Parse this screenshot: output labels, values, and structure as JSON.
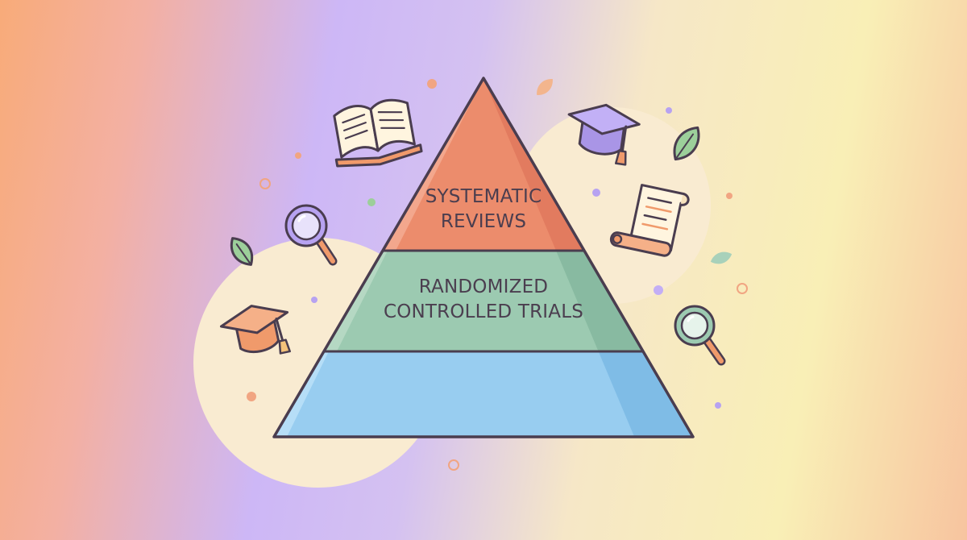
{
  "diagram": {
    "type": "evidence-pyramid",
    "tiers": [
      {
        "lines": [
          "SYSTEMATIC",
          "REVIEWS"
        ],
        "color": "#ec8c6c",
        "shade": "#e27b5f",
        "highlight": "#f3a78d"
      },
      {
        "lines": [
          "RANDOMIZED",
          "CONTROLLED TRIALS"
        ],
        "color": "#9ccab1",
        "shade": "#88baa1",
        "highlight": "#b5d8c3"
      },
      {
        "lines": [],
        "color": "#98cdf0",
        "shade": "#7fbce6",
        "highlight": "#b6def7"
      }
    ],
    "outline_color": "#4a3d4f"
  },
  "icons": [
    "open-book-icon",
    "graduation-cap-icon",
    "leaf-icon",
    "scroll-icon",
    "magnifying-glass-icon"
  ],
  "colors": {
    "orange_accent": "#f09a6b",
    "purple_accent": "#b7a2f1",
    "green_accent": "#8fbf86",
    "cream_circle": "#f9ebd1"
  }
}
